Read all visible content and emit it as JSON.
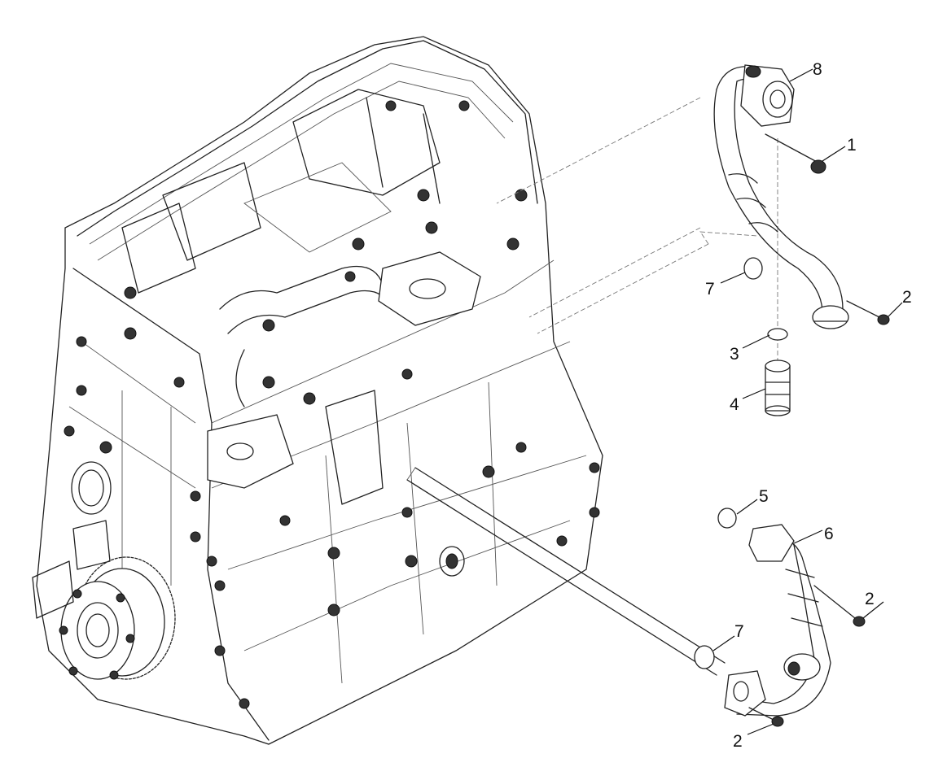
{
  "callouts": [
    {
      "id": "c1",
      "label": "1"
    },
    {
      "id": "c2a",
      "label": "2"
    },
    {
      "id": "c2b",
      "label": "2"
    },
    {
      "id": "c2c",
      "label": "2"
    },
    {
      "id": "c3",
      "label": "3"
    },
    {
      "id": "c4",
      "label": "4"
    },
    {
      "id": "c5",
      "label": "5"
    },
    {
      "id": "c6",
      "label": "6"
    },
    {
      "id": "c7a",
      "label": "7"
    },
    {
      "id": "c7b",
      "label": "7"
    },
    {
      "id": "c8",
      "label": "8"
    }
  ]
}
